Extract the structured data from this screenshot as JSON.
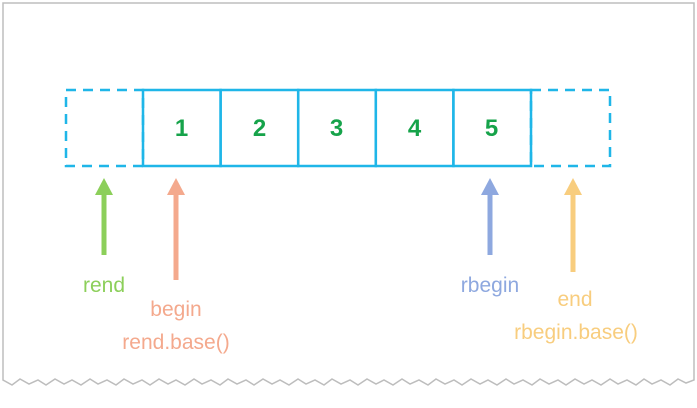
{
  "cells": [
    "1",
    "2",
    "3",
    "4",
    "5"
  ],
  "labels": {
    "rend": "rend",
    "begin": "begin",
    "rend_base": "rend.base()",
    "rbegin": "rbegin",
    "end": "end",
    "rbegin_base": "rbegin.base()"
  },
  "colors": {
    "box_border": "#1fb6e8",
    "cell_text": "#16a34a",
    "rend": "#8ccf5a",
    "begin": "#f4a98d",
    "rbegin": "#8ea8df",
    "end": "#f8cd7e",
    "frame": "#bdbdbd"
  }
}
